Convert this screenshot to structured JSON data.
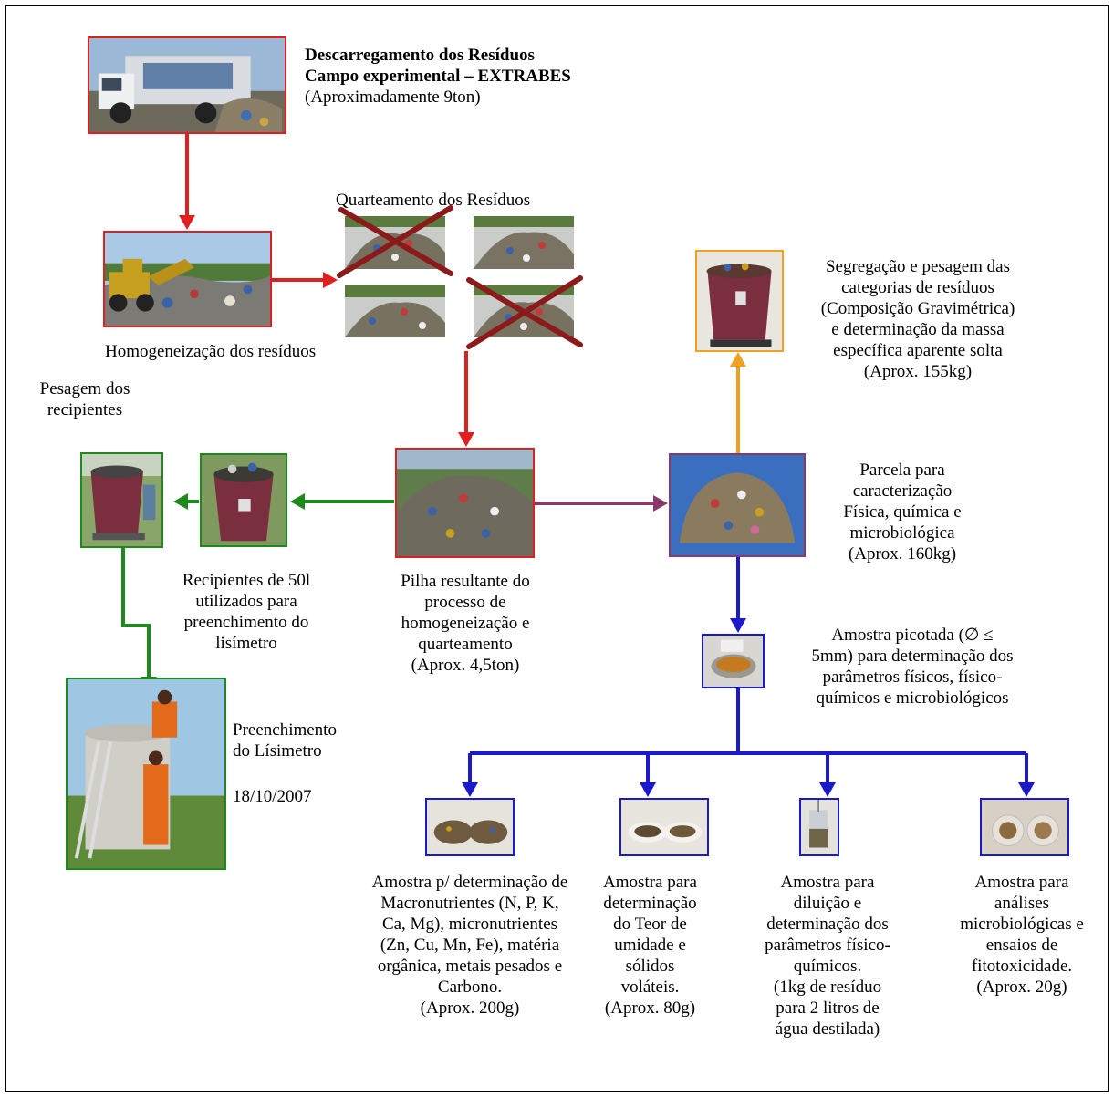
{
  "header": {
    "title_line1": "Descarregamento dos Resíduos",
    "title_line2": "Campo experimental – EXTRABES",
    "subtitle": "(Aproximadamente 9ton)"
  },
  "homogeneizacao": {
    "label": "Homogeneização dos resíduos"
  },
  "quarteamento": {
    "label": "Quarteamento dos Resíduos"
  },
  "segregacao": {
    "lines": [
      "Segregação e pesagem das",
      "categorias de resíduos",
      "(Composição Gravimétrica)",
      "e determinação da massa",
      "específica aparente solta",
      "(Aprox. 155kg)"
    ]
  },
  "pesagem": {
    "lines": [
      "Pesagem  dos",
      "recipientes"
    ]
  },
  "recipientes": {
    "lines": [
      "Recipientes de 50l",
      "utilizados para",
      "preenchimento do",
      "lisímetro"
    ]
  },
  "pilha": {
    "lines": [
      "Pilha resultante do",
      "processo de",
      "homogeneização e",
      "quarteamento",
      "(Aprox. 4,5ton)"
    ]
  },
  "parcela": {
    "lines": [
      "Parcela para",
      "caracterização",
      "Física, química e",
      "microbiológica",
      "(Aprox. 160kg)"
    ]
  },
  "amostra_picotada": {
    "lines": [
      "Amostra picotada (∅ ≤",
      "5mm) para determinação dos",
      "parâmetros físicos, físico-",
      "químicos e microbiológicos"
    ]
  },
  "preenchimento": {
    "lines": [
      "Preenchimento",
      "do Lísimetro"
    ],
    "date": "18/10/2007"
  },
  "samples": [
    {
      "lines": [
        "Amostra p/ determinação de",
        "Macronutrientes (N, P, K,",
        "Ca, Mg), micronutrientes",
        "(Zn, Cu, Mn, Fe), matéria",
        "orgânica, metais pesados e",
        "Carbono.",
        "(Aprox. 200g)"
      ]
    },
    {
      "lines": [
        "Amostra para",
        "determinação",
        "do Teor de",
        "umidade e",
        "sólidos",
        "voláteis.",
        "(Aprox. 80g)"
      ]
    },
    {
      "lines": [
        "Amostra para",
        "diluição e",
        "determinação dos",
        "parâmetros físico-",
        "químicos.",
        "(1kg de resíduo",
        "para 2 litros de",
        "água destilada)"
      ]
    },
    {
      "lines": [
        "Amostra para",
        "análises",
        "microbiológicas e",
        "ensaios de",
        "fitotoxicidade.",
        "(Aprox. 20g)"
      ]
    }
  ],
  "colors": {
    "red": "#e02020",
    "green": "#1e8a1e",
    "blue": "#1a1acc",
    "orange": "#f0a020",
    "purple": "#8a3a6a",
    "cross": "#8b1a1a"
  }
}
